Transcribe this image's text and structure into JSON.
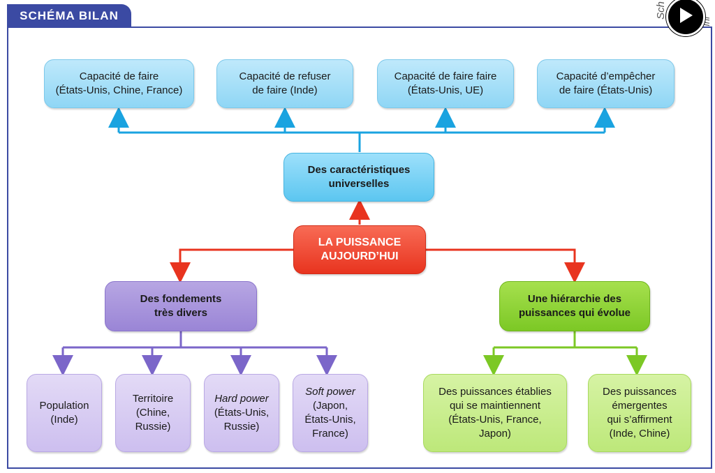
{
  "header": {
    "tab_label": "SCHÉMA BILAN",
    "side_label": "Sch",
    "side_label2": "Ini"
  },
  "colors": {
    "blue": "#1aa3e0",
    "red": "#e8341f",
    "purple": "#7b66c9",
    "green": "#7cc825",
    "frame": "#3b4aa3"
  },
  "center": {
    "line1": "LA PUISSANCE",
    "line2": "AUJOURD’HUI"
  },
  "characteristics": {
    "title_line1": "Des caractéristiques",
    "title_line2": "universelles",
    "items": [
      {
        "line1": "Capacité de faire",
        "line2": "(États-Unis, Chine, France)"
      },
      {
        "line1": "Capacité de refuser",
        "line2": "de faire (Inde)"
      },
      {
        "line1": "Capacité de faire faire",
        "line2": "(États-Unis, UE)"
      },
      {
        "line1": "Capacité d’empêcher",
        "line2": "de faire (États-Unis)"
      }
    ]
  },
  "foundations": {
    "title_line1": "Des fondements",
    "title_line2": "très divers",
    "items": [
      {
        "line1": "Population",
        "line2": "(Inde)"
      },
      {
        "line1": "Territoire",
        "line2": "(Chine,",
        "line3": "Russie)"
      },
      {
        "line1": "Hard power",
        "line2": "(États-Unis,",
        "line3": "Russie)"
      },
      {
        "line1": "Soft power",
        "line2": "(Japon,",
        "line3": "États-Unis,",
        "line4": "France)"
      }
    ]
  },
  "hierarchy": {
    "title_line1": "Une hiérarchie des",
    "title_line2": "puissances qui évolue",
    "items": [
      {
        "line1": "Des puissances établies",
        "line2": "qui se maintiennent",
        "line3": "(États-Unis, France,",
        "line4": "Japon)"
      },
      {
        "line1": "Des puissances",
        "line2": "émergentes",
        "line3": "qui s’affirment",
        "line4": "(Inde, Chine)"
      }
    ]
  }
}
